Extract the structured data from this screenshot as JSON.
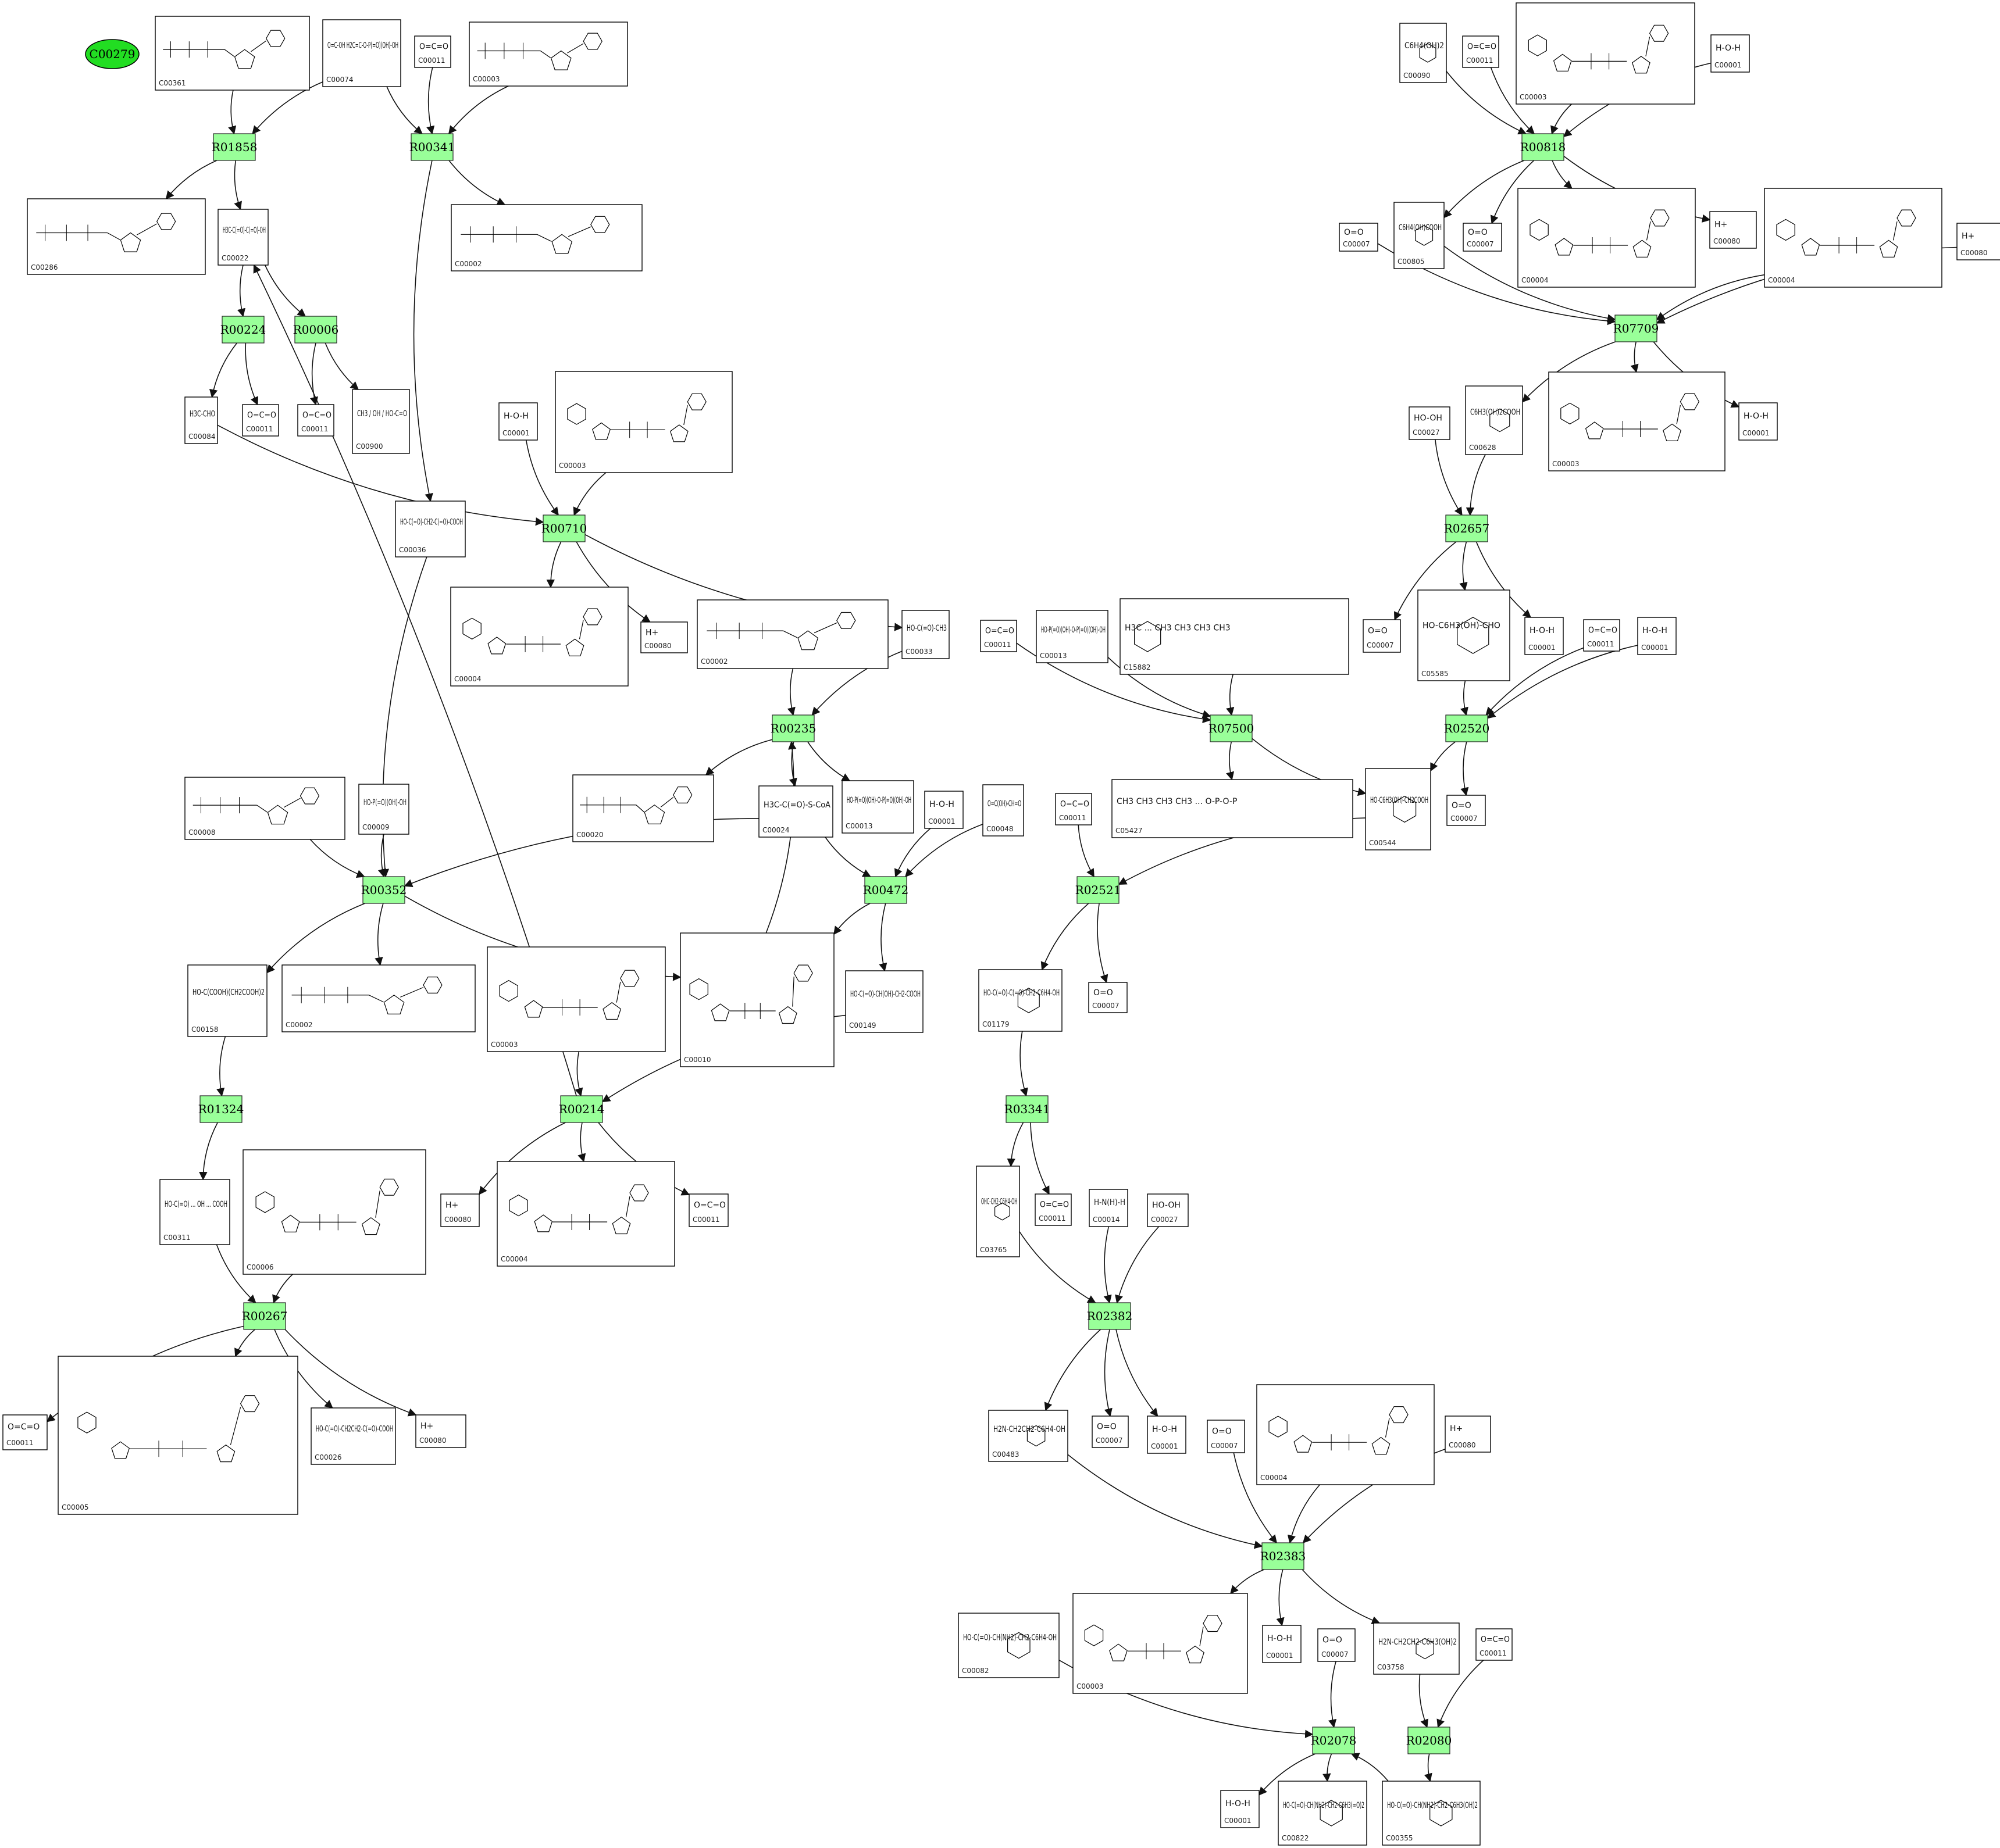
{
  "title_node": {
    "id": "C00279",
    "fill": "#22dd22"
  },
  "colors": {
    "reaction_fill": "#99ff99",
    "reaction_stroke": "#222222",
    "edge": "#111111",
    "compound_stroke": "#000000"
  },
  "reactions": [
    {
      "id": "R01858"
    },
    {
      "id": "R00341"
    },
    {
      "id": "R00224"
    },
    {
      "id": "R00006"
    },
    {
      "id": "R00710"
    },
    {
      "id": "R00235"
    },
    {
      "id": "R00352"
    },
    {
      "id": "R00472"
    },
    {
      "id": "R01324"
    },
    {
      "id": "R00214"
    },
    {
      "id": "R00267"
    },
    {
      "id": "R00818"
    },
    {
      "id": "R07709"
    },
    {
      "id": "R02657"
    },
    {
      "id": "R07500"
    },
    {
      "id": "R02520"
    },
    {
      "id": "R02521"
    },
    {
      "id": "R03341"
    },
    {
      "id": "R02382"
    },
    {
      "id": "R02383"
    },
    {
      "id": "R02078"
    },
    {
      "id": "R02080"
    }
  ],
  "compounds": [
    {
      "key": "a1",
      "id": "C00361",
      "structure": "dGDP"
    },
    {
      "key": "a2",
      "id": "C00074",
      "structure": "phosphoenolpyruvate",
      "formula": "O=C-OH  H2C=C-O-P(=O)(OH)-OH"
    },
    {
      "key": "a3",
      "id": "C00011",
      "structure": "CO2",
      "formula": "O=C=O"
    },
    {
      "key": "a4",
      "id": "C00003",
      "structure": "ADP-like"
    },
    {
      "key": "a5",
      "id": "C00286",
      "structure": "dGTP"
    },
    {
      "key": "a6",
      "id": "C00022",
      "structure": "pyruvate",
      "formula": "H3C-C(=O)-C(=O)-OH"
    },
    {
      "key": "a7",
      "id": "C00002",
      "structure": "ATP"
    },
    {
      "key": "a8",
      "id": "C00084",
      "structure": "acetaldehyde",
      "formula": "H3C-CHO"
    },
    {
      "key": "a9",
      "id": "C00011",
      "structure": "CO2",
      "formula": "O=C=O"
    },
    {
      "key": "a10",
      "id": "C00011",
      "structure": "CO2",
      "formula": "O=C=O"
    },
    {
      "key": "a11",
      "id": "C00900",
      "structure": "acetolactate",
      "formula": "CH3 / OH / HO-C=O"
    },
    {
      "key": "a12",
      "id": "C00001",
      "structure": "water",
      "formula": "H-O-H"
    },
    {
      "key": "a13",
      "id": "C00003",
      "structure": "NAD+"
    },
    {
      "key": "a14",
      "id": "C00036",
      "structure": "oxaloacetate",
      "formula": "HO-C(=O)-CH2-C(=O)-COOH"
    },
    {
      "key": "a15",
      "id": "C00004",
      "structure": "NADH"
    },
    {
      "key": "a16",
      "id": "C00080",
      "structure": "H+",
      "formula": "H+"
    },
    {
      "key": "a17",
      "id": "C00002",
      "structure": "ATP"
    },
    {
      "key": "a18",
      "id": "C00033",
      "structure": "acetate",
      "formula": "HO-C(=O)-CH3"
    },
    {
      "key": "a19",
      "id": "C00020",
      "structure": "AMP"
    },
    {
      "key": "a20",
      "id": "C00024",
      "structure": "acetyl-CoA",
      "formula": "H3C-C(=O)-S-CoA"
    },
    {
      "key": "a21",
      "id": "C00013",
      "structure": "diphosphate",
      "formula": "HO-P(=O)(OH)-O-P(=O)(OH)-OH"
    },
    {
      "key": "a22",
      "id": "C00008",
      "structure": "ADP"
    },
    {
      "key": "a23",
      "id": "C00009",
      "structure": "phosphate",
      "formula": "HO-P(=O)(OH)-OH"
    },
    {
      "key": "a24",
      "id": "C00001",
      "structure": "water",
      "formula": "H-O-H"
    },
    {
      "key": "a25",
      "id": "C00048",
      "structure": "glyoxylate",
      "formula": "O=C(OH)-CH=O"
    },
    {
      "key": "a26",
      "id": "C00158",
      "structure": "citrate",
      "formula": "HO-C(COOH)(CH2COOH)2"
    },
    {
      "key": "a27",
      "id": "C00002",
      "structure": "ATP"
    },
    {
      "key": "a28",
      "id": "C00003",
      "structure": "NAD+"
    },
    {
      "key": "a29",
      "id": "C00010",
      "structure": "CoA"
    },
    {
      "key": "a30",
      "id": "C00149",
      "structure": "malate",
      "formula": "HO-C(=O)-CH(OH)-CH2-COOH"
    },
    {
      "key": "a31",
      "id": "C00311",
      "structure": "isocitrate",
      "formula": "HO-C(=O) ... OH ... COOH"
    },
    {
      "key": "a32",
      "id": "C00006",
      "structure": "NADP+"
    },
    {
      "key": "a33",
      "id": "C00080",
      "structure": "H+",
      "formula": "H+"
    },
    {
      "key": "a34",
      "id": "C00004",
      "structure": "NADH"
    },
    {
      "key": "a35",
      "id": "C00011",
      "structure": "CO2",
      "formula": "O=C=O"
    },
    {
      "key": "a36",
      "id": "C00011",
      "structure": "CO2",
      "formula": "O=C=O"
    },
    {
      "key": "a37",
      "id": "C00005",
      "structure": "NADPH"
    },
    {
      "key": "a38",
      "id": "C00026",
      "structure": "2-oxoglutarate",
      "formula": "HO-C(=O)-CH2CH2-C(=O)-COOH"
    },
    {
      "key": "a39",
      "id": "C00080",
      "structure": "H+",
      "formula": "H+"
    },
    {
      "key": "b1",
      "id": "C00090",
      "structure": "catechol",
      "formula": "C6H4(OH)2"
    },
    {
      "key": "b2",
      "id": "C00011",
      "structure": "CO2",
      "formula": "O=C=O"
    },
    {
      "key": "b3",
      "id": "C00003",
      "structure": "NAD+"
    },
    {
      "key": "b4",
      "id": "C00001",
      "structure": "water",
      "formula": "H-O-H"
    },
    {
      "key": "b5",
      "id": "C00007",
      "structure": "oxygen",
      "formula": "O=O"
    },
    {
      "key": "b6",
      "id": "C00805",
      "structure": "salicylate",
      "formula": "C6H4(OH)COOH"
    },
    {
      "key": "b7",
      "id": "C00007",
      "structure": "oxygen",
      "formula": "O=O"
    },
    {
      "key": "b8",
      "id": "C00004",
      "structure": "NADH"
    },
    {
      "key": "b9",
      "id": "C00080",
      "structure": "H+",
      "formula": "H+"
    },
    {
      "key": "b10",
      "id": "C00004",
      "structure": "NADH"
    },
    {
      "key": "b11",
      "id": "C00080",
      "structure": "H+",
      "formula": "H+"
    },
    {
      "key": "b12",
      "id": "C00027",
      "structure": "hydrogen peroxide",
      "formula": "HO-OH"
    },
    {
      "key": "b13",
      "id": "C00628",
      "structure": "gentisate",
      "formula": "C6H3(OH)2COOH"
    },
    {
      "key": "b14",
      "id": "C00003",
      "structure": "NAD+"
    },
    {
      "key": "b15",
      "id": "C00001",
      "structure": "water",
      "formula": "H-O-H"
    },
    {
      "key": "b16",
      "id": "C00007",
      "structure": "oxygen",
      "formula": "O=O"
    },
    {
      "key": "b17",
      "id": "C05585",
      "structure": "gentisate aldehyde",
      "formula": "HO-C6H3(OH)-CHO"
    },
    {
      "key": "b18",
      "id": "C00001",
      "structure": "water",
      "formula": "H-O-H"
    },
    {
      "key": "b19",
      "id": "C00011",
      "structure": "CO2",
      "formula": "O=C=O"
    },
    {
      "key": "b20",
      "id": "C00001",
      "structure": "water",
      "formula": "H-O-H"
    },
    {
      "key": "b21",
      "id": "C00011",
      "structure": "CO2",
      "formula": "O=C=O"
    },
    {
      "key": "b22",
      "id": "C00013",
      "structure": "diphosphate",
      "formula": "HO-P(=O)(OH)-O-P(=O)(OH)-OH"
    },
    {
      "key": "b23",
      "id": "C15882",
      "structure": "methyl-phytyl quinol",
      "formula": "H3C ... CH3 CH3 CH3 CH3"
    },
    {
      "key": "b24",
      "id": "C05427",
      "structure": "phytyl diphosphate",
      "formula": "CH3 CH3 CH3 CH3 ... O-P-O-P"
    },
    {
      "key": "b25",
      "id": "C00544",
      "structure": "homogentisate",
      "formula": "HO-C6H3(OH)-CH2COOH"
    },
    {
      "key": "b26",
      "id": "C00007",
      "structure": "oxygen",
      "formula": "O=O"
    },
    {
      "key": "b27",
      "id": "C00011",
      "structure": "CO2",
      "formula": "O=C=O"
    },
    {
      "key": "b28",
      "id": "C01179",
      "structure": "4-hydroxyphenylpyruvate",
      "formula": "HO-C(=O)-C(=O)-CH2-C6H4-OH"
    },
    {
      "key": "b29",
      "id": "C00007",
      "structure": "oxygen",
      "formula": "O=O"
    },
    {
      "key": "b30",
      "id": "C03765",
      "structure": "4-hydroxyphenylacetaldehyde",
      "formula": "OHC-CH2-C6H4-OH"
    },
    {
      "key": "b31",
      "id": "C00011",
      "structure": "CO2",
      "formula": "O=C=O"
    },
    {
      "key": "b32",
      "id": "C00014",
      "structure": "ammonia",
      "formula": "H-N(H)-H"
    },
    {
      "key": "b33",
      "id": "C00027",
      "structure": "hydrogen peroxide",
      "formula": "HO-OH"
    },
    {
      "key": "b34",
      "id": "C00483",
      "structure": "tyramine",
      "formula": "H2N-CH2CH2-C6H4-OH"
    },
    {
      "key": "b35",
      "id": "C00007",
      "structure": "oxygen",
      "formula": "O=O"
    },
    {
      "key": "b36",
      "id": "C00001",
      "structure": "water",
      "formula": "H-O-H"
    },
    {
      "key": "b37",
      "id": "C00007",
      "structure": "oxygen",
      "formula": "O=O"
    },
    {
      "key": "b38",
      "id": "C00004",
      "structure": "NADH"
    },
    {
      "key": "b39",
      "id": "C00080",
      "structure": "H+",
      "formula": "H+"
    },
    {
      "key": "b40",
      "id": "C00082",
      "structure": "tyrosine",
      "formula": "HO-C(=O)-CH(NH2)-CH2-C6H4-OH"
    },
    {
      "key": "b41",
      "id": "C00003",
      "structure": "NAD+"
    },
    {
      "key": "b42",
      "id": "C00001",
      "structure": "water",
      "formula": "H-O-H"
    },
    {
      "key": "b43",
      "id": "C00007",
      "structure": "oxygen",
      "formula": "O=O"
    },
    {
      "key": "b44",
      "id": "C03758",
      "structure": "dopamine",
      "formula": "H2N-CH2CH2-C6H3(OH)2"
    },
    {
      "key": "b45",
      "id": "C00011",
      "structure": "CO2",
      "formula": "O=C=O"
    },
    {
      "key": "b46",
      "id": "C00001",
      "structure": "water",
      "formula": "H-O-H"
    },
    {
      "key": "b47",
      "id": "C00822",
      "structure": "dopaquinone",
      "formula": "HO-C(=O)-CH(NH2)-CH2-C6H3(=O)2"
    },
    {
      "key": "b48",
      "id": "C00355",
      "structure": "L-DOPA",
      "formula": "HO-C(=O)-CH(NH2)-CH2-C6H3(OH)2"
    }
  ],
  "edges": [
    [
      "a1",
      "R01858"
    ],
    [
      "a2",
      "R01858"
    ],
    [
      "R01858",
      "a5"
    ],
    [
      "R01858",
      "a6"
    ],
    [
      "a2",
      "R00341"
    ],
    [
      "a3",
      "R00341"
    ],
    [
      "a4",
      "R00341"
    ],
    [
      "R00341",
      "a7"
    ],
    [
      "R00341",
      "a14"
    ],
    [
      "a6",
      "R00224"
    ],
    [
      "a6",
      "R00006"
    ],
    [
      "R00224",
      "a8"
    ],
    [
      "R00224",
      "a9"
    ],
    [
      "R00006",
      "a10"
    ],
    [
      "R00006",
      "a11"
    ],
    [
      "a8",
      "R00710"
    ],
    [
      "a12",
      "R00710"
    ],
    [
      "a13",
      "R00710"
    ],
    [
      "R00710",
      "a15"
    ],
    [
      "R00710",
      "a16"
    ],
    [
      "R00710",
      "a18"
    ],
    [
      "a17",
      "R00235"
    ],
    [
      "a18",
      "R00235"
    ],
    [
      "R00235",
      "a19"
    ],
    [
      "R00235",
      "a20"
    ],
    [
      "R00235",
      "a21"
    ],
    [
      "a22",
      "R00352"
    ],
    [
      "a23",
      "R00352"
    ],
    [
      "a14",
      "R00352"
    ],
    [
      "a20",
      "R00352"
    ],
    [
      "R00352",
      "a26"
    ],
    [
      "R00352",
      "a27"
    ],
    [
      "R00352",
      "a29"
    ],
    [
      "a20",
      "R00472"
    ],
    [
      "a24",
      "R00472"
    ],
    [
      "a25",
      "R00472"
    ],
    [
      "R00472",
      "a29"
    ],
    [
      "R00472",
      "a30"
    ],
    [
      "a29",
      "R00235"
    ],
    [
      "a26",
      "R01324"
    ],
    [
      "R01324",
      "a31"
    ],
    [
      "a28",
      "R00214"
    ],
    [
      "a30",
      "R00214"
    ],
    [
      "R00214",
      "a6"
    ],
    [
      "R00214",
      "a33"
    ],
    [
      "R00214",
      "a34"
    ],
    [
      "R00214",
      "a35"
    ],
    [
      "a31",
      "R00267"
    ],
    [
      "a32",
      "R00267"
    ],
    [
      "R00267",
      "a36"
    ],
    [
      "R00267",
      "a37"
    ],
    [
      "R00267",
      "a38"
    ],
    [
      "R00267",
      "a39"
    ],
    [
      "b1",
      "R00818"
    ],
    [
      "b2",
      "R00818"
    ],
    [
      "b3",
      "R00818"
    ],
    [
      "b4",
      "R00818"
    ],
    [
      "R00818",
      "b6"
    ],
    [
      "R00818",
      "b7"
    ],
    [
      "R00818",
      "b8"
    ],
    [
      "R00818",
      "b9"
    ],
    [
      "b5",
      "R07709"
    ],
    [
      "b6",
      "R07709"
    ],
    [
      "b10",
      "R07709"
    ],
    [
      "b11",
      "R07709"
    ],
    [
      "R07709",
      "b13"
    ],
    [
      "R07709",
      "b14"
    ],
    [
      "R07709",
      "b15"
    ],
    [
      "b12",
      "R02657"
    ],
    [
      "b13",
      "R02657"
    ],
    [
      "R02657",
      "b16"
    ],
    [
      "R02657",
      "b17"
    ],
    [
      "R02657",
      "b18"
    ],
    [
      "b17",
      "R02520"
    ],
    [
      "b19",
      "R02520"
    ],
    [
      "b20",
      "R02520"
    ],
    [
      "R02520",
      "b25"
    ],
    [
      "R02520",
      "b26"
    ],
    [
      "b21",
      "R07500"
    ],
    [
      "b22",
      "R07500"
    ],
    [
      "b23",
      "R07500"
    ],
    [
      "R07500",
      "b24"
    ],
    [
      "R07500",
      "b25"
    ],
    [
      "b25",
      "R02521"
    ],
    [
      "b27",
      "R02521"
    ],
    [
      "R02521",
      "b28"
    ],
    [
      "R02521",
      "b29"
    ],
    [
      "b28",
      "R03341"
    ],
    [
      "R03341",
      "b30"
    ],
    [
      "R03341",
      "b31"
    ],
    [
      "b30",
      "R02382"
    ],
    [
      "b32",
      "R02382"
    ],
    [
      "b33",
      "R02382"
    ],
    [
      "R02382",
      "b34"
    ],
    [
      "R02382",
      "b35"
    ],
    [
      "R02382",
      "b36"
    ],
    [
      "b34",
      "R02383"
    ],
    [
      "b37",
      "R02383"
    ],
    [
      "b38",
      "R02383"
    ],
    [
      "b39",
      "R02383"
    ],
    [
      "R02383",
      "b41"
    ],
    [
      "R02383",
      "b42"
    ],
    [
      "R02383",
      "b44"
    ],
    [
      "b40",
      "R02078"
    ],
    [
      "b43",
      "R02078"
    ],
    [
      "b48",
      "R02078"
    ],
    [
      "R02078",
      "b46"
    ],
    [
      "R02078",
      "b47"
    ],
    [
      "b44",
      "R02080"
    ],
    [
      "b45",
      "R02080"
    ],
    [
      "R02080",
      "b48"
    ]
  ]
}
